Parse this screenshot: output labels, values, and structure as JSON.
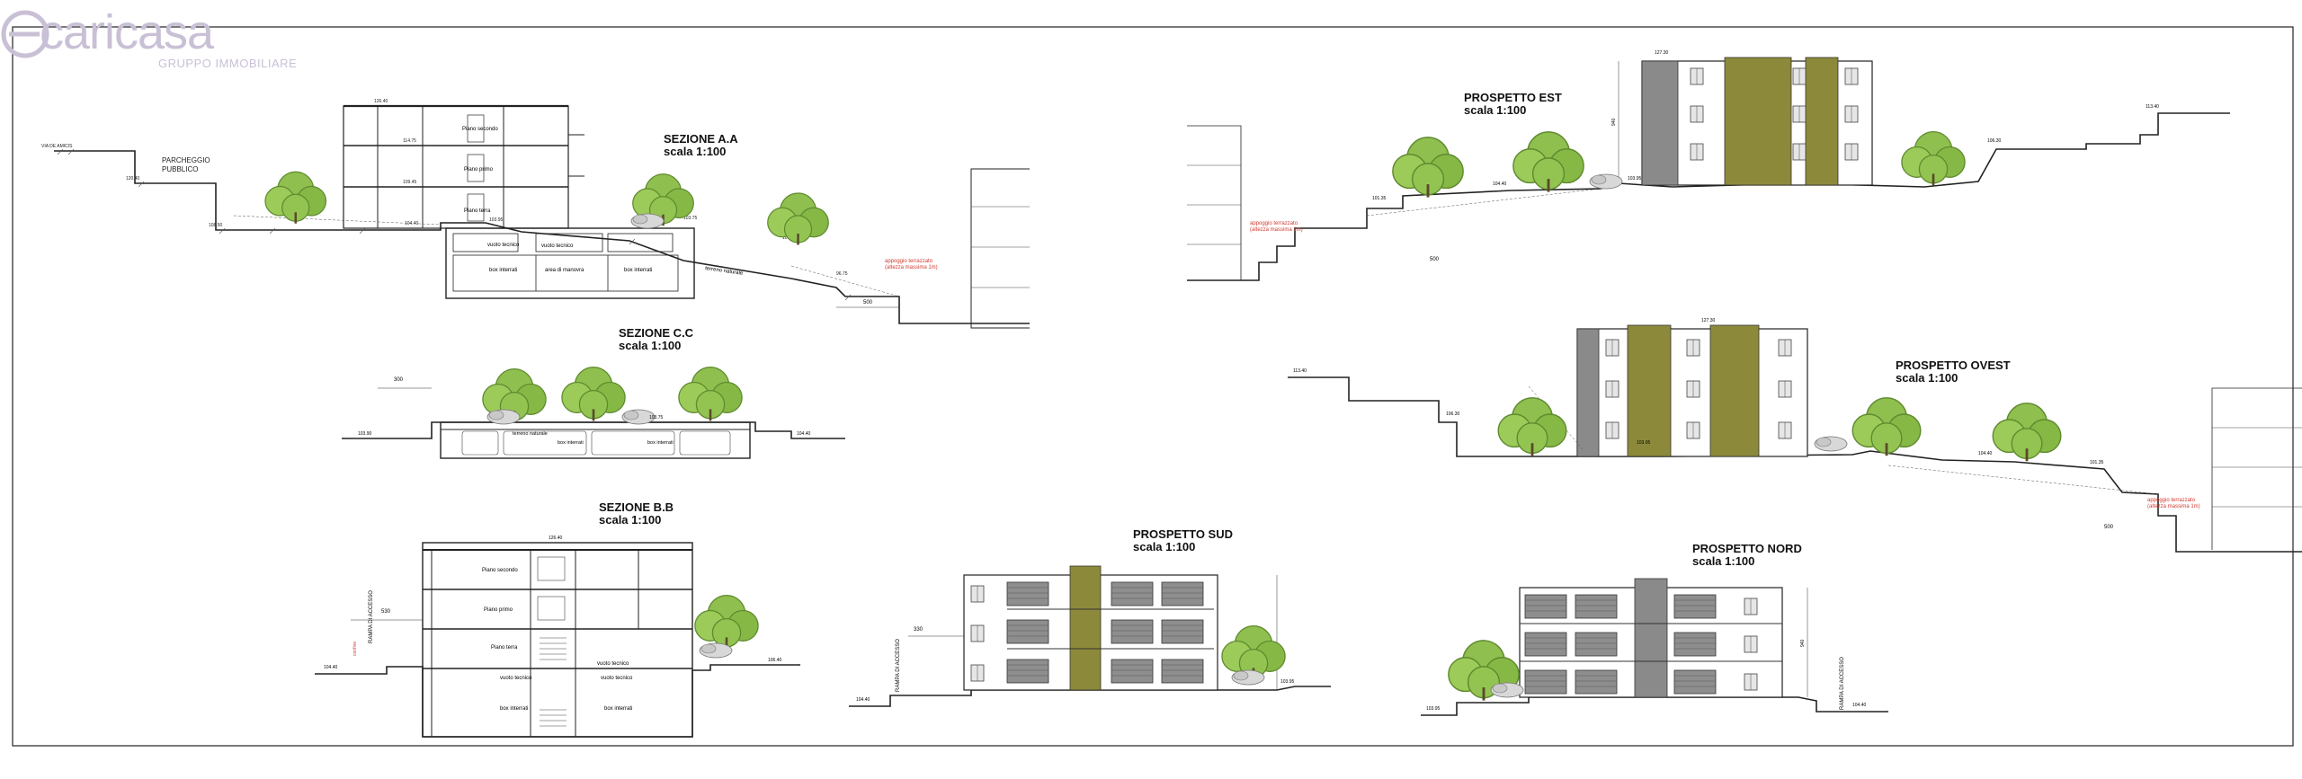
{
  "brand": {
    "name": "caricasa",
    "subtitle": "GRUPPO IMMOBILIARE"
  },
  "drawings": {
    "sezione_aa": {
      "title": "SEZIONE A.A",
      "scale": "scala 1:100"
    },
    "sezione_cc": {
      "title": "SEZIONE C.C",
      "scale": "scala 1:100"
    },
    "sezione_bb": {
      "title": "SEZIONE B.B",
      "scale": "scala 1:100"
    },
    "prospetto_est": {
      "title": "PROSPETTO EST",
      "scale": "scala 1:100"
    },
    "prospetto_ovest": {
      "title": "PROSPETTO OVEST",
      "scale": "scala 1:100"
    },
    "prospetto_sud": {
      "title": "PROSPETTO SUD",
      "scale": "scala 1:100"
    },
    "prospetto_nord": {
      "title": "PROSPETTO NORD",
      "scale": "scala 1:100"
    }
  },
  "notes": {
    "parcheggio_line1": "PARCHEGGIO",
    "parcheggio_line2": "PUBBLICO",
    "piano_secondo": "Piano secondo",
    "piano_primo": "Piano primo",
    "piano_terra": "Piano terra",
    "vuoto_tecnico": "vuoto tecnico",
    "box_interrati": "box interrati",
    "rampa_di_manovra": "area di manovra",
    "terreno_naturale": "terreno naturale",
    "rampa_di_accesso": "RAMPA DI ACCESSO",
    "confine": "confine",
    "via_de_amicis": "VIA DE AMICIS",
    "appoggio_red": "appoggio terrazzato"
  },
  "colors": {
    "accent_olive": "#8c8a3a",
    "tree_green": "#8fbf4f",
    "wall_grey": "#8a8a8a",
    "red_note": "#d23a2f"
  }
}
